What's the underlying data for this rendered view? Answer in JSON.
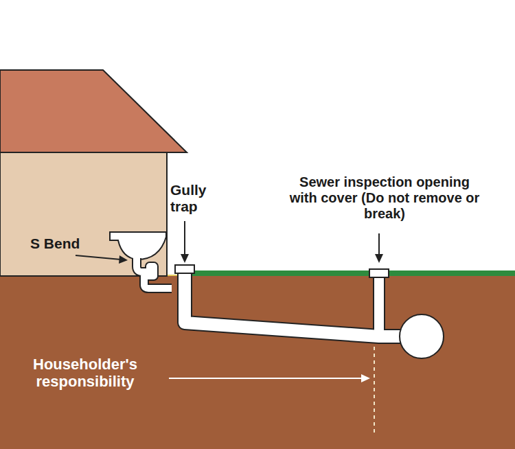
{
  "diagram": {
    "labels": [
      "S Bend",
      "Gully trap",
      "Sewer inspection opening with cover (Do not remove or break)",
      "Householder's responsibility"
    ]
  }
}
